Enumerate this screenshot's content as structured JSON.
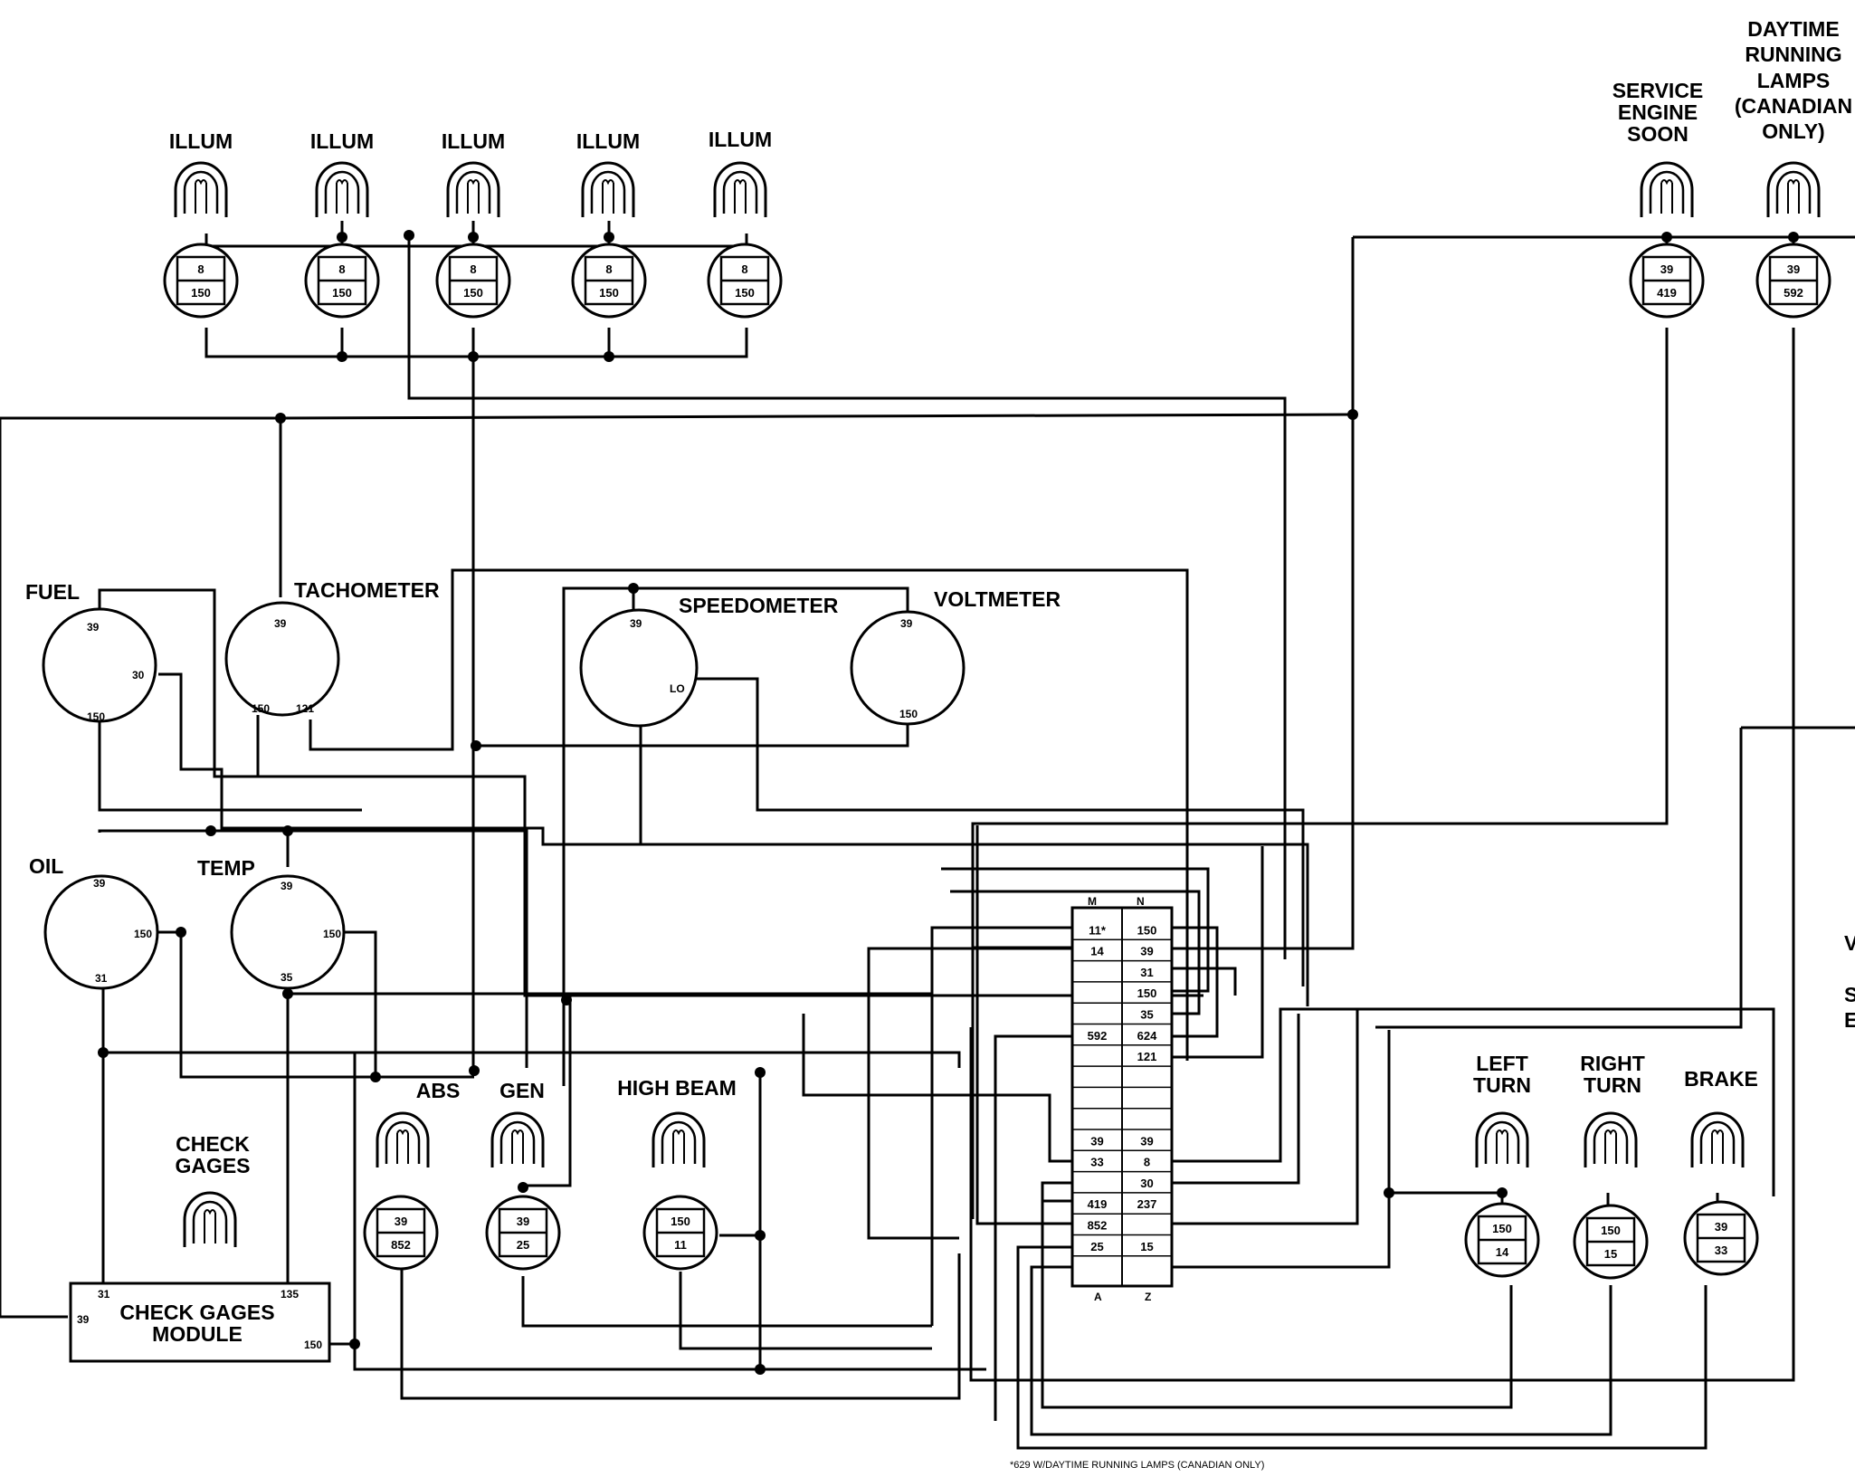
{
  "labels": {
    "illum": "ILLUM",
    "service_engine_soon": [
      "SERVICE",
      "ENGINE",
      "SOON"
    ],
    "daytime_running_lamps": [
      "DAYTIME",
      "RUNNING",
      "LAMPS",
      "(CANADIAN",
      "ONLY)"
    ],
    "fuel": "FUEL",
    "tachometer": "TACHOMETER",
    "speedometer": "SPEEDOMETER",
    "voltmeter": "VOLTMETER",
    "oil": "OIL",
    "temp": "TEMP",
    "abs": "ABS",
    "gen": "GEN",
    "high_beam": "HIGH BEAM",
    "check_gages": [
      "CHECK",
      "GAGES"
    ],
    "check_gages_module": [
      "CHECK GAGES",
      "MODULE"
    ],
    "left_turn": [
      "LEFT",
      "TURN"
    ],
    "right_turn": [
      "RIGHT",
      "TURN"
    ],
    "brake": "BRAKE",
    "footnote": "*629 W/DAYTIME RUNNING LAMPS (CANADIAN ONLY)"
  },
  "sockets": {
    "illum_1": [
      "8",
      "150"
    ],
    "illum_2": [
      "8",
      "150"
    ],
    "illum_3": [
      "8",
      "150"
    ],
    "illum_4": [
      "8",
      "150"
    ],
    "illum_5": [
      "8",
      "150"
    ],
    "service_engine_soon": [
      "39",
      "419"
    ],
    "daytime_running_lamps": [
      "39",
      "592"
    ],
    "abs": [
      "39",
      "852"
    ],
    "gen": [
      "39",
      "25"
    ],
    "high_beam": [
      "150",
      "11"
    ],
    "left_turn": [
      "150",
      "14"
    ],
    "right_turn": [
      "150",
      "15"
    ],
    "brake": [
      "39",
      "33"
    ]
  },
  "gauge_pins": {
    "fuel": [
      "39",
      "30",
      "150"
    ],
    "tachometer": [
      "39",
      "150",
      "121"
    ],
    "speedometer": [
      "39",
      "LO"
    ],
    "voltmeter": [
      "39",
      "150"
    ],
    "oil": [
      "39",
      "150",
      "31"
    ],
    "temp": [
      "39",
      "150",
      "35"
    ],
    "check_gages_module": [
      "31",
      "135",
      "39",
      "150"
    ]
  },
  "connector": {
    "top_left": "M",
    "top_right": "N",
    "bottom_left": "A",
    "bottom_right": "Z",
    "rows": [
      [
        "11*",
        "150"
      ],
      [
        "14",
        "39"
      ],
      [
        "",
        "31"
      ],
      [
        "",
        "150"
      ],
      [
        "",
        "35"
      ],
      [
        "592",
        "624"
      ],
      [
        "",
        "121"
      ],
      [
        "",
        ""
      ],
      [
        "",
        ""
      ],
      [
        "",
        ""
      ],
      [
        "39",
        "39"
      ],
      [
        "33",
        "8"
      ],
      [
        "",
        "30"
      ],
      [
        "419",
        "237"
      ],
      [
        "852",
        ""
      ],
      [
        "25",
        "15"
      ]
    ]
  },
  "edge_letters": [
    "V",
    "S",
    "E"
  ]
}
